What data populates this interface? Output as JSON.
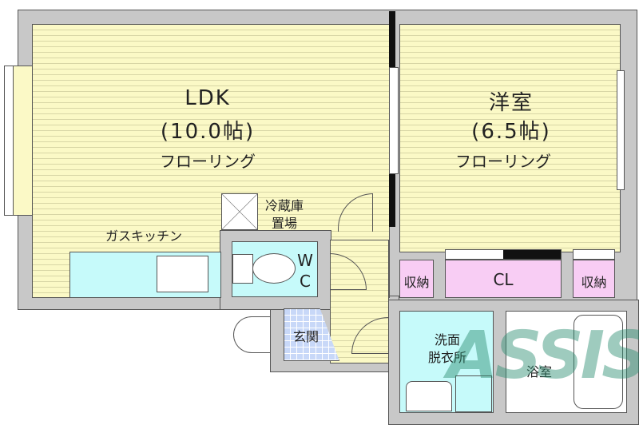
{
  "ldk": {
    "name": "LDK",
    "size": "(10.0帖)",
    "floor": "フローリング"
  },
  "western": {
    "name": "洋室",
    "size": "(6.5帖)",
    "floor": "フローリング"
  },
  "fridge": {
    "line1": "冷蔵庫",
    "line2": "置場"
  },
  "kitchen": {
    "label": "ガスキッチン"
  },
  "wc": {
    "line1": "W",
    "line2": "C"
  },
  "entrance": {
    "label": "玄関"
  },
  "storage_left": {
    "label": "収納"
  },
  "closet": {
    "label": "CL"
  },
  "storage_right": {
    "label": "収納"
  },
  "washroom": {
    "line1": "洗面",
    "line2": "脱衣所"
  },
  "bath": {
    "label": "浴室"
  },
  "watermark": {
    "text": "ASSIST"
  },
  "colors": {
    "floor": "#fbf9c6",
    "wet": "#c6fafa",
    "storage": "#f8cdf4",
    "wall": "#c8c8c8",
    "entrance": "#c8d8f8"
  }
}
